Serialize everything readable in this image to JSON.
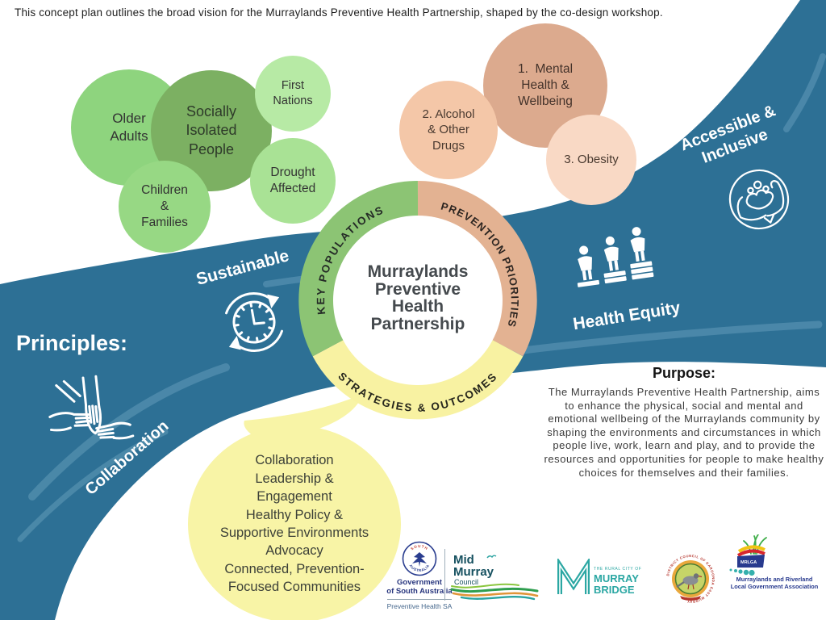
{
  "note": "This concept plan outlines the broad vision for the Murraylands Preventive Health Partnership, shaped by the co-design workshop.",
  "colors": {
    "band_blue": "#2d7095",
    "band_streak": "#6fa5c0",
    "ring_green": "#8cc474",
    "ring_salmon": "#e3b292",
    "ring_yellow": "#f8f2a2",
    "bubble_yellow": "#f8f4a6"
  },
  "center": {
    "title_lines": [
      "Murraylands",
      "Preventive",
      "Health",
      "Partnership"
    ]
  },
  "ring": {
    "key_populations_label": "KEY POPULATIONS",
    "prevention_priorities_label": "PREVENTION PRIORITIES",
    "strategies_outcomes_label": "STRATEGIES & OUTCOMES"
  },
  "key_populations": {
    "circles": [
      {
        "label_lines": [
          "Older",
          "Adults"
        ],
        "color": "#8ed47e"
      },
      {
        "label_lines": [
          "Socially",
          "Isolated",
          "People"
        ],
        "color": "#7cb062"
      },
      {
        "label_lines": [
          "First",
          "Nations"
        ],
        "color": "#b7eaa5"
      },
      {
        "label_lines": [
          "Children",
          "&",
          "Families"
        ],
        "color": "#97d884"
      },
      {
        "label_lines": [
          "Drought",
          "Affected"
        ],
        "color": "#a9e295"
      }
    ]
  },
  "prevention_priorities": {
    "circles": [
      {
        "label_lines": [
          "1.  Mental",
          "Health &",
          "Wellbeing"
        ],
        "color": "#dcaa8e"
      },
      {
        "label_lines": [
          "2. Alcohol",
          "& Other",
          "Drugs"
        ],
        "color": "#f4c7a8"
      },
      {
        "label_lines": [
          "3. Obesity"
        ],
        "color": "#f9d9c5"
      }
    ]
  },
  "strategies": {
    "items": [
      "Collaboration",
      "Leadership &",
      "Engagement",
      "Healthy Policy &",
      "Supportive Environments",
      "Advocacy",
      "Connected, Prevention-",
      "Focused Communities"
    ]
  },
  "principles": {
    "heading": "Principles:",
    "items": [
      {
        "label_lines": [
          "Sustainable"
        ],
        "icon": "clock-cycle-icon"
      },
      {
        "label_lines": [
          "Accessible &",
          "Inclusive"
        ],
        "icon": "hands-holding-people-icon"
      },
      {
        "label_lines": [
          "Health Equity"
        ],
        "icon": "equity-steps-icon"
      },
      {
        "label_lines": [
          "Collaboration"
        ],
        "icon": "hands-together-icon"
      }
    ]
  },
  "purpose": {
    "title": "Purpose:",
    "body": "The Murraylands Preventive Health Partnership, aims to enhance the physical, social and mental and emotional wellbeing of the Murraylands community by shaping the environments and circumstances in which people live, work, learn and play, and to provide the resources and opportunities for people to make healthy choices for themselves and their families."
  },
  "logos": {
    "sa_government": {
      "crest_top": "SOUTH",
      "crest_bottom": "AUSTRALIA",
      "line1": "Government",
      "line2": "of South Australia",
      "sub": "Preventive Health SA"
    },
    "mid_murray": {
      "line1": "Mid",
      "line2": "Murray",
      "sub": "Council"
    },
    "murray_bridge": {
      "super": "THE RURAL CITY OF",
      "line1": "MURRAY",
      "line2": "BRIDGE"
    },
    "karoonda": {
      "arc_text": "DISTRICT COUNCIL OF KAROONDA EAST MURRAY"
    },
    "mrlga": {
      "mark": "MRLGA",
      "line1": "Murraylands and Riverland",
      "line2": "Local Government Association"
    }
  }
}
